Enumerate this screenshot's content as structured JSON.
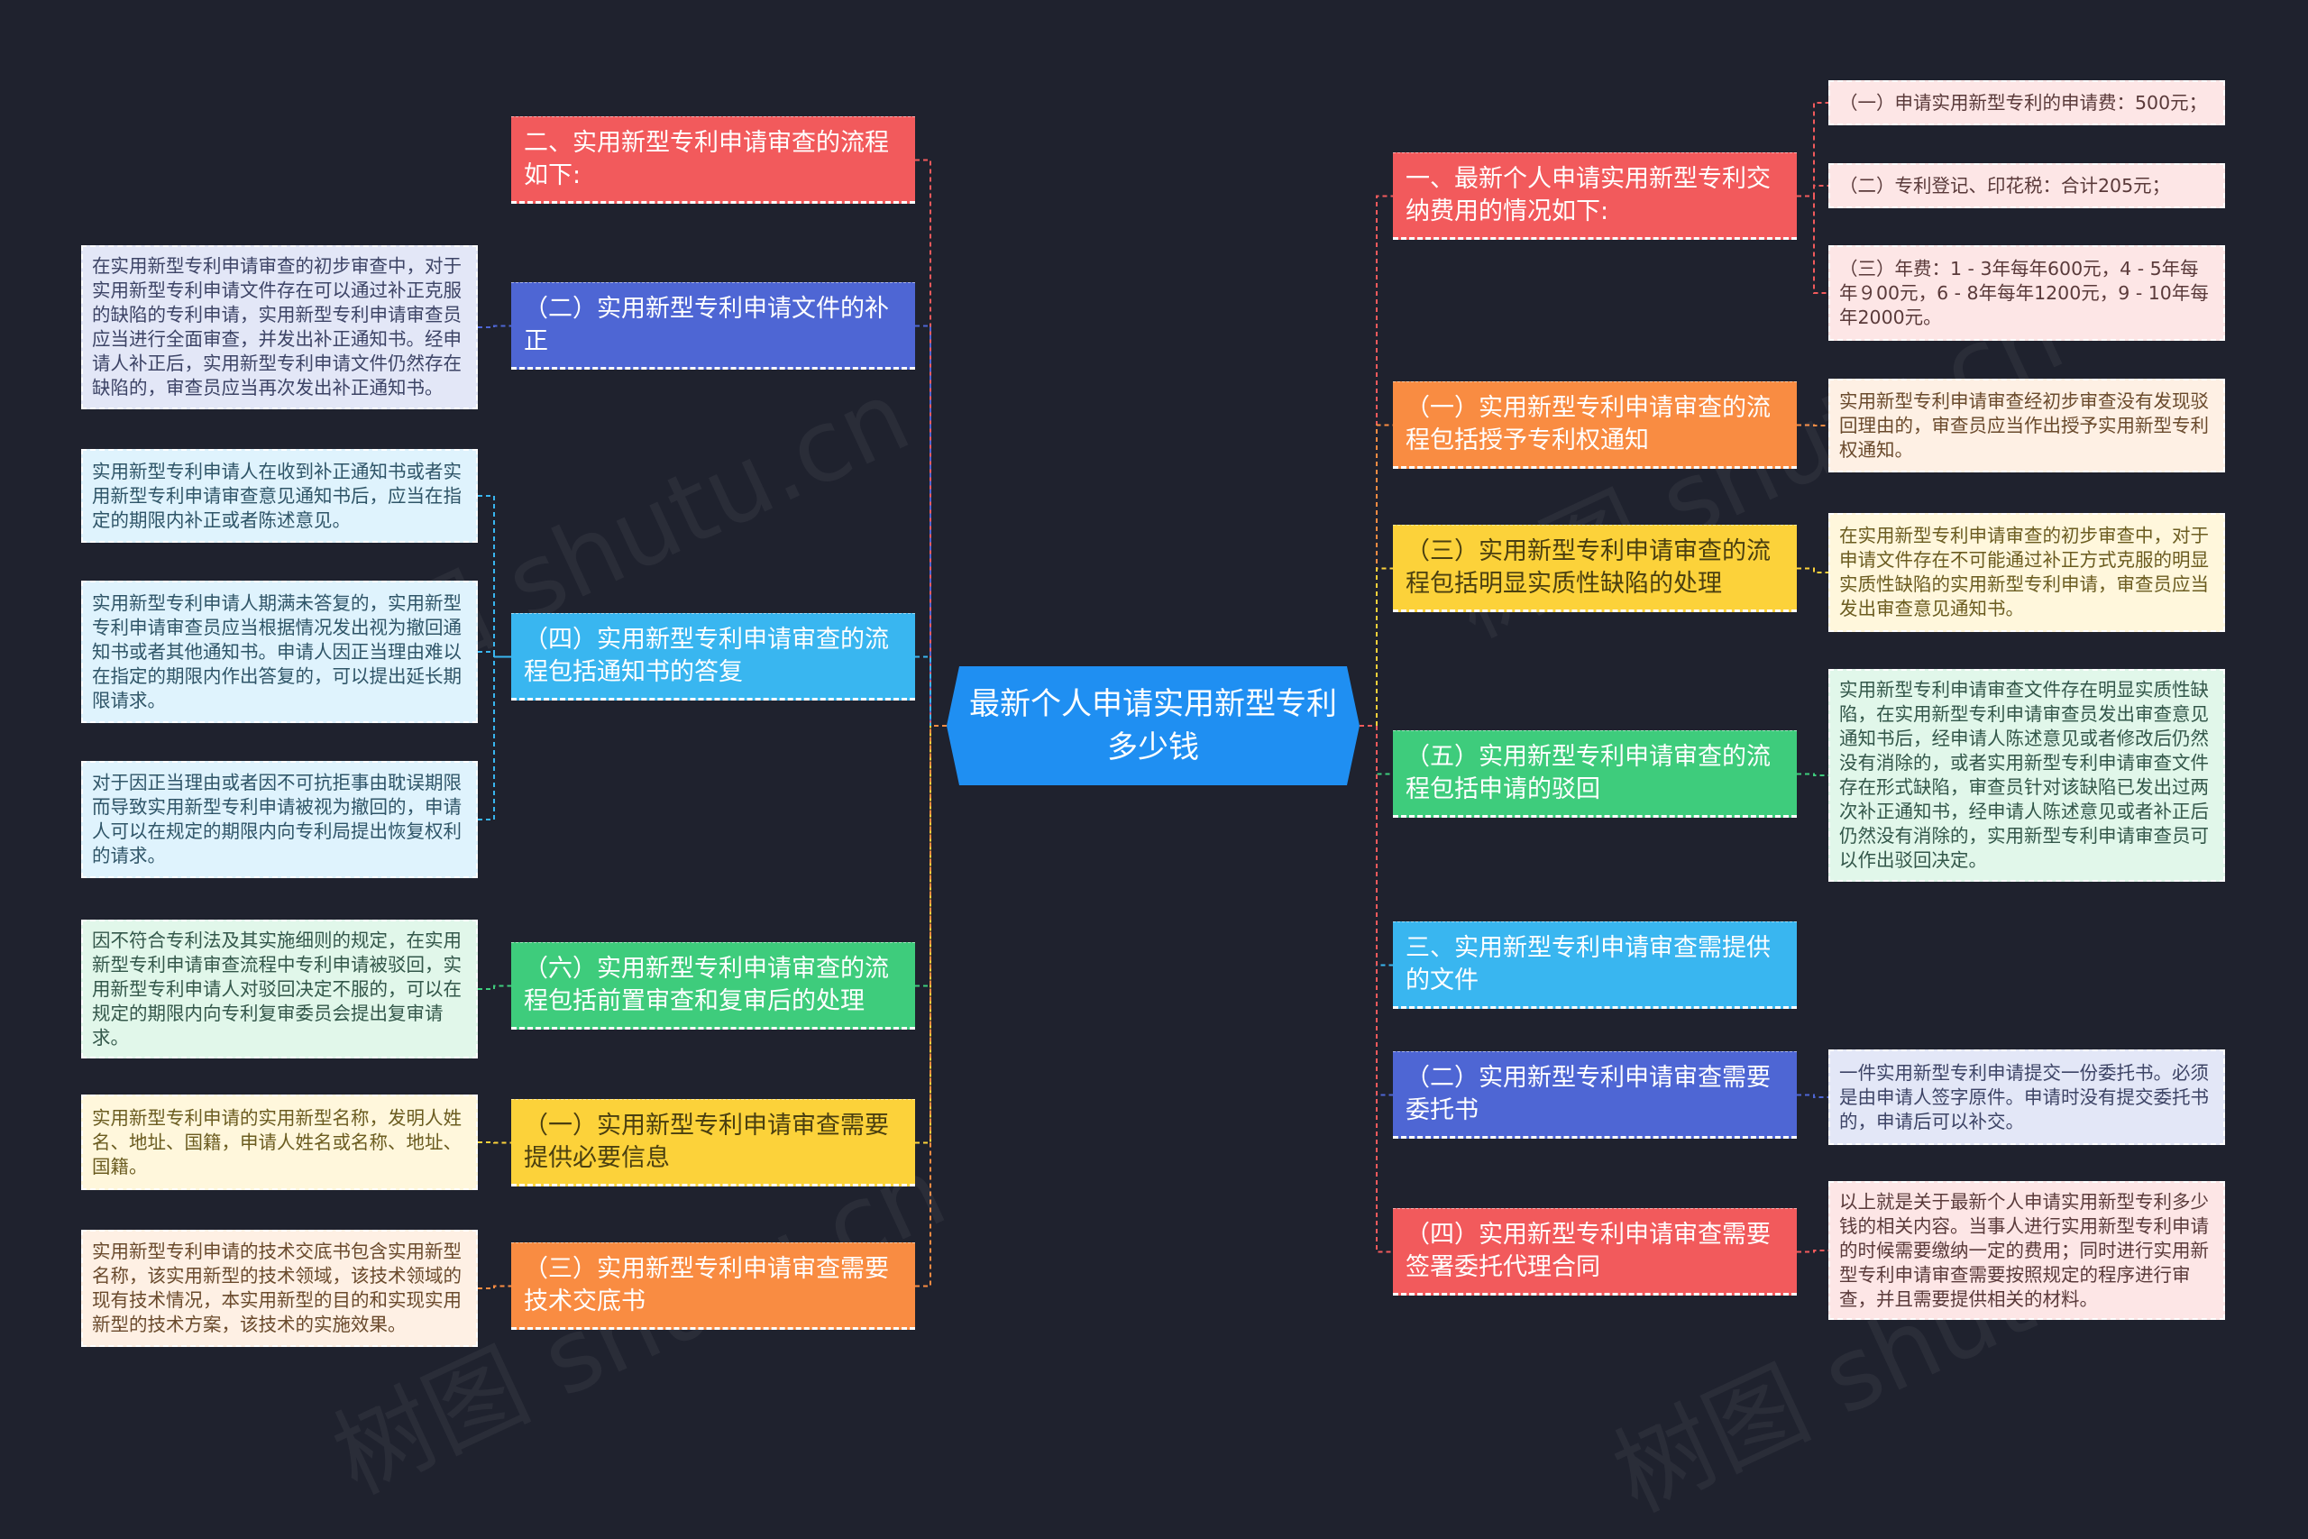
{
  "colors": {
    "background": "#1f222e",
    "root": "#1f8ff2",
    "red": "#f25a5c",
    "blue": "#4e66d4",
    "cyan": "#39b6f0",
    "green": "#3ecc7c",
    "yellow": "#fcd23a",
    "orange": "#f98c42",
    "leaf_red": "#fde6e6",
    "leaf_blue": "#e3e7f7",
    "leaf_cyan": "#dff3fd",
    "leaf_green": "#e1f7ea",
    "leaf_yellow": "#fff7dc",
    "leaf_orange": "#fef0e4"
  },
  "root": {
    "label": "最新个人申请实用新型专利多少钱"
  },
  "left_branches": [
    {
      "label": "二、实用新型专利申请审查的流程如下:",
      "color": "red"
    },
    {
      "label": "（二）实用新型专利申请文件的补正",
      "color": "blue"
    },
    {
      "label": "（四）实用新型专利申请审查的流程包括通知书的答复",
      "color": "cyan"
    },
    {
      "label": "（六）实用新型专利申请审查的流程包括前置审查和复审后的处理",
      "color": "green"
    },
    {
      "label": "（一）实用新型专利申请审查需要提供必要信息",
      "color": "yellow"
    },
    {
      "label": "（三）实用新型专利申请审查需要技术交底书",
      "color": "orange"
    }
  ],
  "left_leaves": [
    {
      "text": "在实用新型专利申请审查的初步审查中，对于实用新型专利申请文件存在可以通过补正克服的缺陷的专利申请，实用新型专利申请审查员应当进行全面审查，并发出补正通知书。经申请人补正后，实用新型专利申请文件仍然存在缺陷的，审查员应当再次发出补正通知书。",
      "color": "blue"
    },
    {
      "text": "实用新型专利申请人在收到补正通知书或者实用新型专利申请审查意见通知书后，应当在指定的期限内补正或者陈述意见。",
      "color": "cyan"
    },
    {
      "text": "实用新型专利申请人期满未答复的，实用新型专利申请审查员应当根据情况发出视为撤回通知书或者其他通知书。申请人因正当理由难以在指定的期限内作出答复的，可以提出延长期限请求。",
      "color": "cyan"
    },
    {
      "text": "对于因正当理由或者因不可抗拒事由耽误期限而导致实用新型专利申请被视为撤回的，申请人可以在规定的期限内向专利局提出恢复权利的请求。",
      "color": "cyan"
    },
    {
      "text": "因不符合专利法及其实施细则的规定，在实用新型专利申请审查流程中专利申请被驳回，实用新型专利申请人对驳回决定不服的，可以在规定的期限内向专利复审委员会提出复审请求。",
      "color": "green"
    },
    {
      "text": "实用新型专利申请的实用新型名称，发明人姓名、地址、国籍，申请人姓名或名称、地址、国籍。",
      "color": "yellow"
    },
    {
      "text": "实用新型专利申请的技术交底书包含实用新型名称，该实用新型的技术领域，该技术领域的现有技术情况，本实用新型的目的和实现实用新型的技术方案，该技术的实施效果。",
      "color": "orange"
    }
  ],
  "right_branches": [
    {
      "label": "一、最新个人申请实用新型专利交纳费用的情况如下:",
      "color": "red"
    },
    {
      "label": "（一）实用新型专利申请审查的流程包括授予专利权通知",
      "color": "orange"
    },
    {
      "label": "（三）实用新型专利申请审查的流程包括明显实质性缺陷的处理",
      "color": "yellow"
    },
    {
      "label": "（五）实用新型专利申请审查的流程包括申请的驳回",
      "color": "green"
    },
    {
      "label": "三、实用新型专利申请审查需提供的文件",
      "color": "cyan"
    },
    {
      "label": "（二）实用新型专利申请审查需要委托书",
      "color": "blue"
    },
    {
      "label": "（四）实用新型专利申请审查需要签署委托代理合同",
      "color": "red"
    }
  ],
  "right_leaves": [
    {
      "text": "（一）申请实用新型专利的申请费：500元；",
      "color": "red"
    },
    {
      "text": "（二）专利登记、印花税：合计205元；",
      "color": "red"
    },
    {
      "text": "（三）年费：1 - 3年每年600元，4 - 5年每年９00元，6 - 8年每年1200元，9 - 10年每年2000元。",
      "color": "red"
    },
    {
      "text": "实用新型专利申请审查经初步审查没有发现驳回理由的，审查员应当作出授予实用新型专利权通知。",
      "color": "orange"
    },
    {
      "text": "在实用新型专利申请审查的初步审查中，对于申请文件存在不可能通过补正方式克服的明显实质性缺陷的实用新型专利申请，审查员应当发出审查意见通知书。",
      "color": "yellow"
    },
    {
      "text": "实用新型专利申请审查文件存在明显实质性缺陷，在实用新型专利申请审查员发出审查意见通知书后，经申请人陈述意见或者修改后仍然没有消除的，或者实用新型专利申请审查文件存在形式缺陷，审查员针对该缺陷已发出过两次补正通知书，经申请人陈述意见或者补正后仍然没有消除的，实用新型专利申请审查员可以作出驳回决定。",
      "color": "green"
    },
    {
      "text": "一件实用新型专利申请提交一份委托书。必须是由申请人签字原件。申请时没有提交委托书的，申请后可以补交。",
      "color": "blue"
    },
    {
      "text": "以上就是关于最新个人申请实用新型专利多少钱的相关内容。当事人进行实用新型专利申请的时候需要缴纳一定的费用；同时进行实用新型专利申请审查需要按照规定的程序进行审查，并且需要提供相关的材料。",
      "color": "red"
    }
  ]
}
